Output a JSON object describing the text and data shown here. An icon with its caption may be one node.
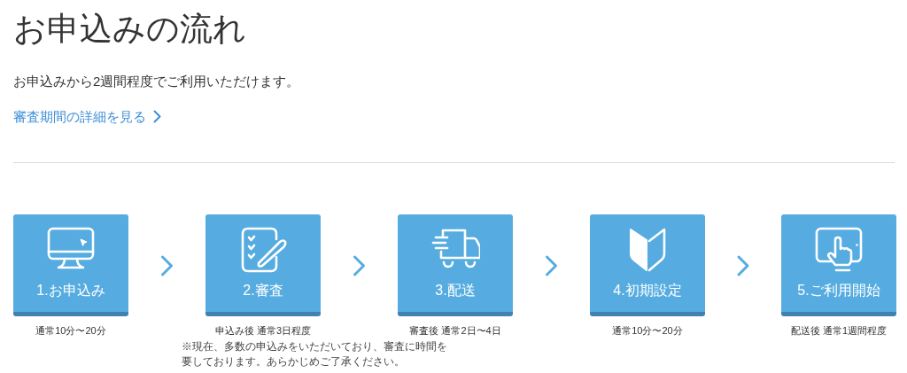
{
  "diagram": {
    "title": "お申込みの流れ",
    "nodes": [
      {
        "text": [
          "1.お申込み"
        ],
        "beside": [
          "通常10分〜20分"
        ]
      },
      {
        "text": [
          "2.審査"
        ],
        "beside": [
          "申込み後 通常3日程度",
          "※現在、多数の申込みをいただいており、審査に時間を要しております。あらかじめご了承ください。"
        ]
      },
      {
        "text": [
          "3.配送"
        ],
        "beside": [
          "審査後 通常2日〜4日"
        ]
      },
      {
        "text": [
          "4.初期設定"
        ],
        "beside": [
          "通常10分〜20分"
        ]
      },
      {
        "text": [
          "5.ご利用開始"
        ],
        "beside": [
          "配送後 通常1週間程度"
        ]
      }
    ],
    "edges": [
      {
        "from": 0,
        "to": 1,
        "arrow": "to"
      },
      {
        "from": 1,
        "to": 2,
        "arrow": "to"
      },
      {
        "from": 2,
        "to": 3,
        "arrow": "to"
      },
      {
        "from": 3,
        "to": 4,
        "arrow": "to"
      }
    ],
    "labels": [
      "お申込みから2週間程度でご利用いただけます。",
      "審査期間の詳細を見る"
    ]
  }
}
